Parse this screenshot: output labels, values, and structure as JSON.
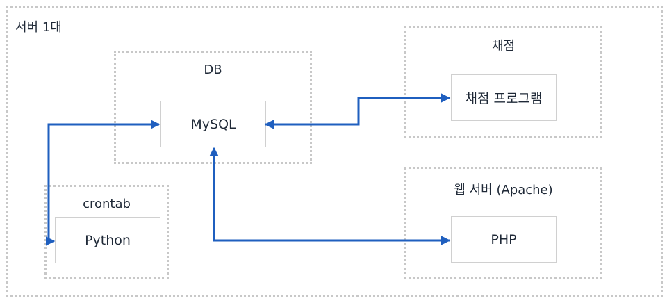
{
  "diagram": {
    "outer": {
      "label": "서버 1대"
    },
    "groups": [
      {
        "id": "db",
        "label": "DB",
        "node": "MySQL"
      },
      {
        "id": "grading",
        "label": "채점",
        "node": "채점 프로그램"
      },
      {
        "id": "web",
        "label": "웹 서버 (Apache)",
        "node": "PHP"
      },
      {
        "id": "cron",
        "label": "crontab",
        "node": "Python"
      }
    ],
    "edges": [
      {
        "from": "채점 프로그램",
        "to": "MySQL",
        "bidirectional": true
      },
      {
        "from": "PHP",
        "to": "MySQL",
        "bidirectional": true
      },
      {
        "from": "Python",
        "to": "MySQL",
        "bidirectional": true
      }
    ],
    "colors": {
      "edge": "#1f5fbf",
      "group_border": "#c8c8c8",
      "node_border": "#d0d0d0",
      "text": "#1f2937"
    }
  }
}
